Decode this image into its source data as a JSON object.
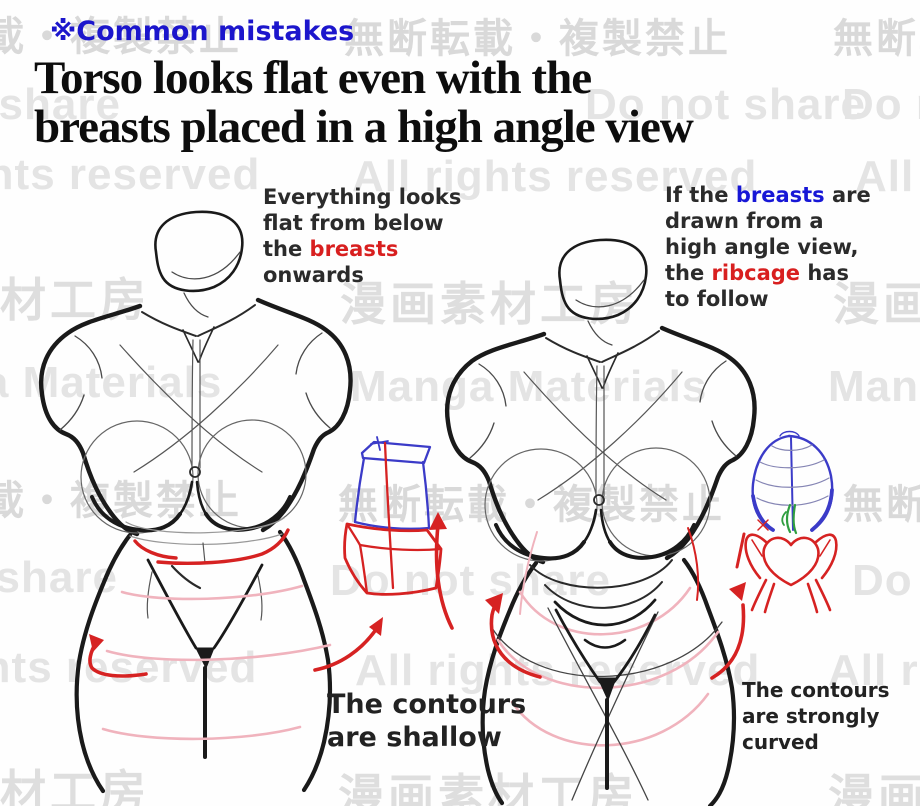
{
  "header": {
    "tag": "※Common mistakes",
    "title": "Torso looks flat even with the\nbreasts placed in a high angle view"
  },
  "annotations": {
    "left": {
      "pre": "Everything looks\nflat from below\nthe ",
      "word": "breasts",
      "post": "\nonwards"
    },
    "right": {
      "p1": "If the ",
      "w1": "breasts",
      "p2": " are\ndrawn from a\nhigh angle view,\nthe ",
      "w2": "ribcage",
      "p3": " has\nto follow"
    }
  },
  "labels": {
    "left": "The contours\nare shallow",
    "right": "The contours\nare strongly\ncurved"
  },
  "watermark": {
    "no_copy": "無断転載・複製禁止",
    "do_not_share": "Do not share",
    "all_rights": "All rights reserved",
    "studio_jp": "漫画素材工房",
    "studio_en": "Manga Materials"
  },
  "colors": {
    "accent_red": "#d81f1f",
    "accent_blue": "#1717d6",
    "tag_blue": "#1c16cc",
    "sketch_black": "#1a1a1a",
    "contour_pink": "#f0b3bd",
    "diagram_blue": "#3b3bc8",
    "diagram_green": "#2f9e3f"
  }
}
